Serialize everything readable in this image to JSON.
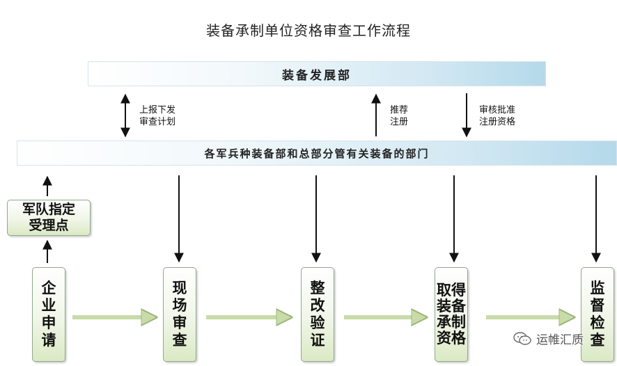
{
  "title": "装备承制单位资格审查工作流程",
  "top_band": "装备发展部",
  "middle_band": "各军兵种装备部和总部分管有关装备的部门",
  "notes": {
    "left": [
      "上报下发",
      "审查计划"
    ],
    "center": [
      "推荐",
      "注册"
    ],
    "right": [
      "审核批准",
      "注册资格"
    ]
  },
  "boxes": {
    "military": "军队指定受理点",
    "apply": "企业申请",
    "onsite": "现场审查",
    "rectify": "整改验证",
    "qualify": "取得装备承制资格",
    "supervise": "监督检查"
  },
  "watermark": "运帷汇质",
  "colors": {
    "band_gradient_end": "#b4d9ea",
    "box_fill": "#dbe9c4",
    "arrow": "#111111",
    "flow_arrow": "#c8dba8"
  }
}
